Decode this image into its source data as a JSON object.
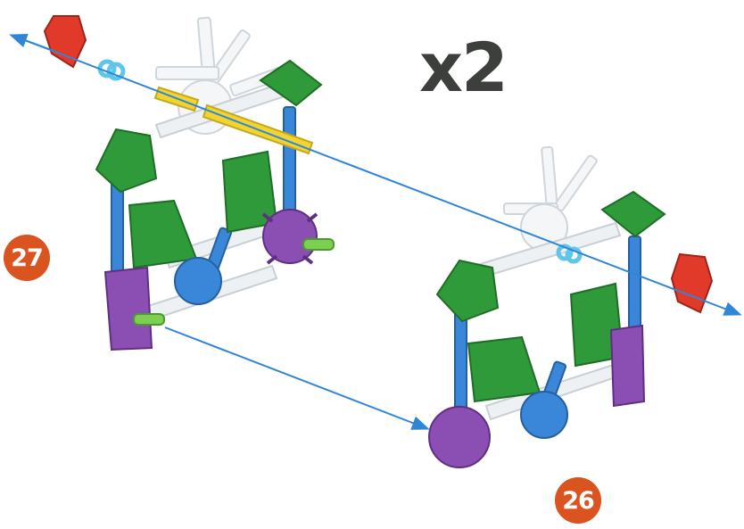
{
  "multiplier_label": "x2",
  "steps": [
    {
      "number": "27"
    },
    {
      "number": "26"
    }
  ],
  "colors": {
    "connector_red": "#e23a2a",
    "rod_blue": "#3a86d8",
    "connector_green": "#2e9a3a",
    "connector_purple": "#8b4fb3",
    "rod_yellow": "#f2d430",
    "rod_white": "#e8ecef",
    "spacer_cyan": "#5fc6ea",
    "arrow_blue": "#2f86d4",
    "badge_orange": "#d9541e",
    "label_gray": "#3c3f3c"
  }
}
